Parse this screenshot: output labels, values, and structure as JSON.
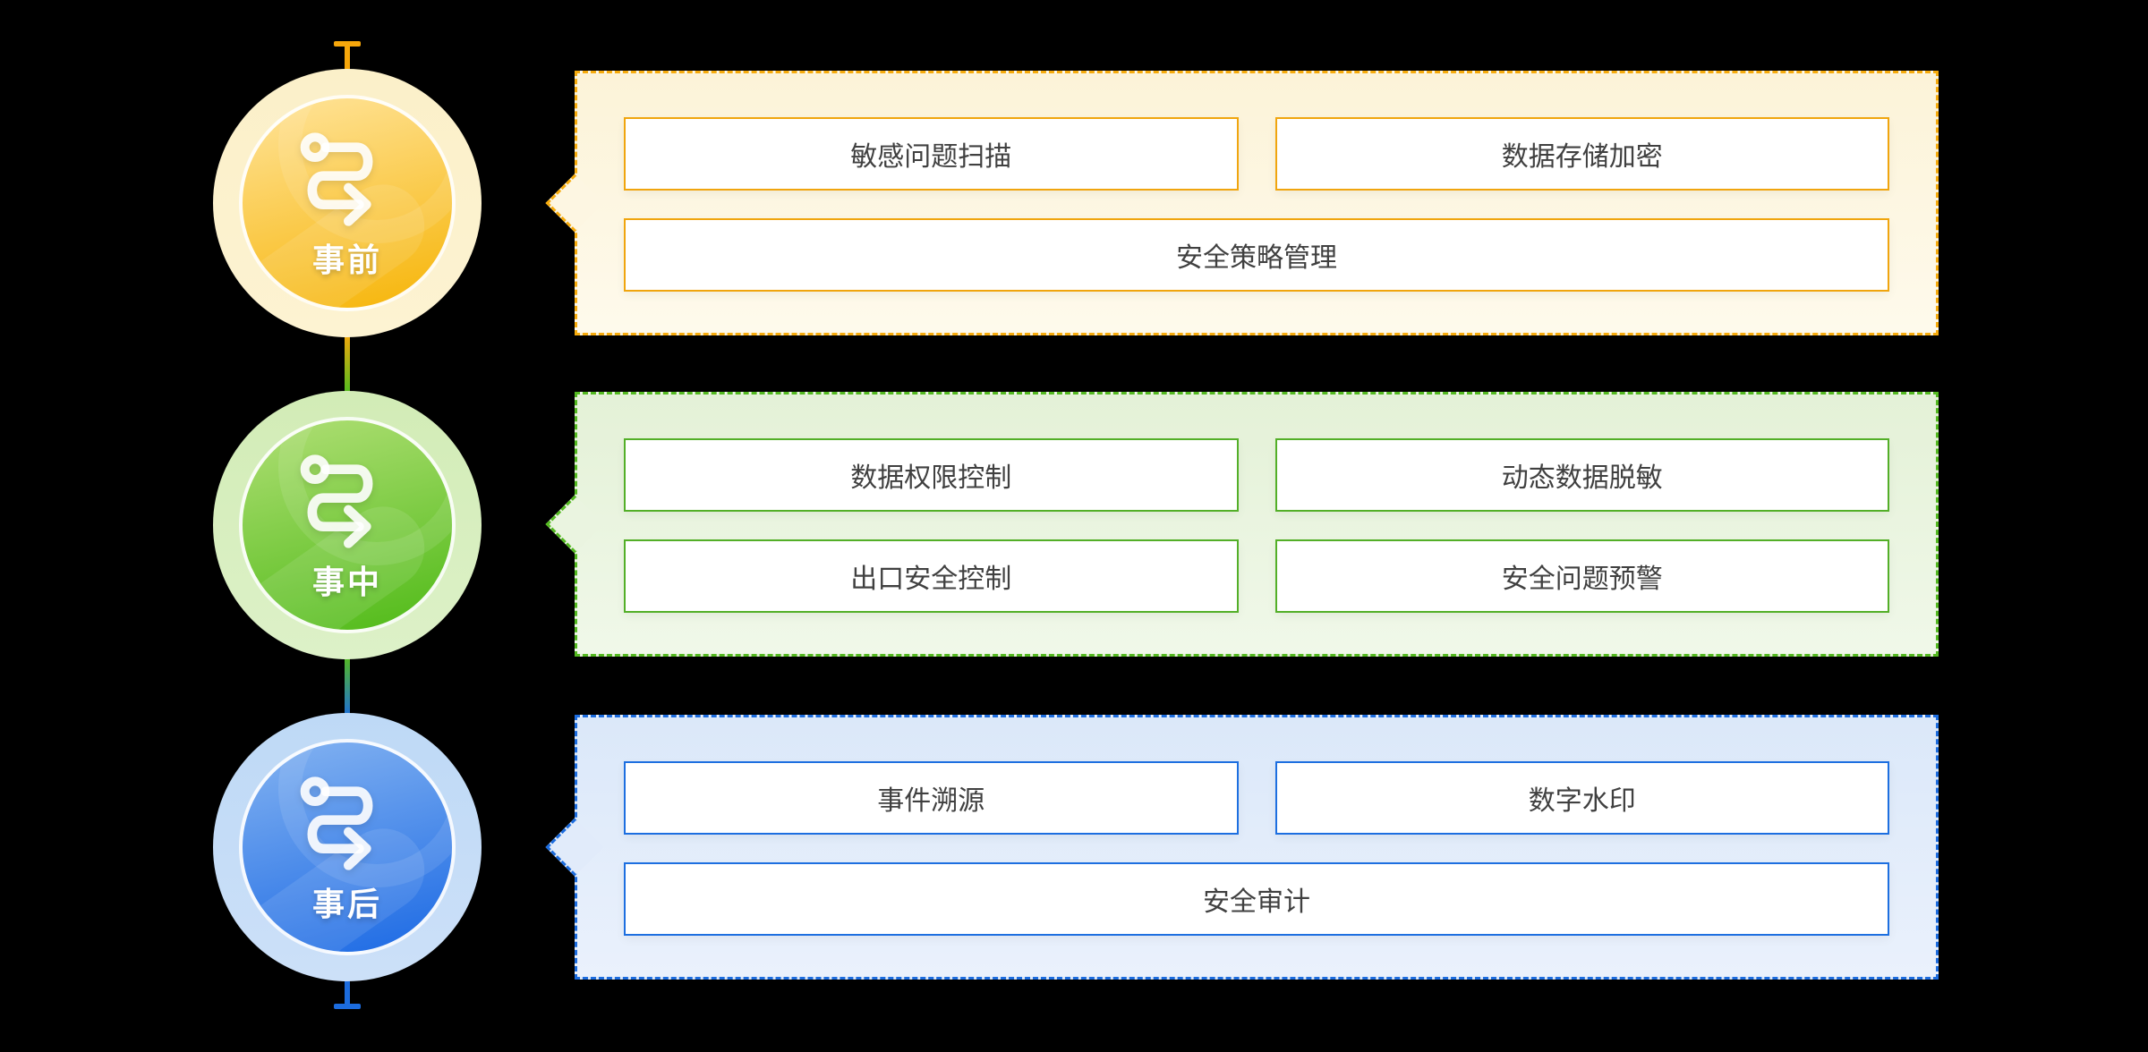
{
  "diagram": {
    "stages": [
      {
        "label": "事前",
        "icon": "route-icon",
        "colors": {
          "accent": "#F6AB0D",
          "panel_bg": "#FDF6E2",
          "box_border": "#F0A50E",
          "circle": "#F6B406"
        },
        "rows": [
          [
            "敏感问题扫描",
            "数据存储加密"
          ],
          [
            "安全策略管理"
          ]
        ]
      },
      {
        "label": "事中",
        "icon": "route-icon",
        "colors": {
          "accent": "#54B921",
          "panel_bg": "#EAF4E0",
          "box_border": "#53AF28",
          "circle": "#4FBA17"
        },
        "rows": [
          [
            "数据权限控制",
            "动态数据脱敏"
          ],
          [
            "出口安全控制",
            "安全问题预警"
          ]
        ]
      },
      {
        "label": "事后",
        "icon": "route-icon",
        "colors": {
          "accent": "#1C6CDE",
          "panel_bg": "#E1EBFA",
          "box_border": "#1D6FE0",
          "circle": "#1B69E4"
        },
        "rows": [
          [
            "事件溯源",
            "数字水印"
          ],
          [
            "安全审计"
          ]
        ]
      }
    ]
  }
}
